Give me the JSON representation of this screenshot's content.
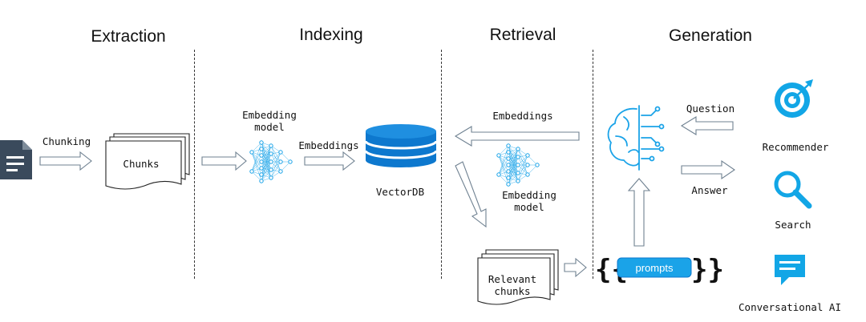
{
  "stages": {
    "extraction": "Extraction",
    "indexing": "Indexing",
    "retrieval": "Retrieval",
    "generation": "Generation"
  },
  "extraction": {
    "document_icon": "document-icon",
    "chunking_label": "Chunking",
    "chunks_label": "Chunks"
  },
  "indexing": {
    "embedding_model_line1": "Embedding",
    "embedding_model_line2": "model",
    "embeddings_label": "Embeddings",
    "vectordb_label": "VectorDB"
  },
  "retrieval": {
    "embeddings_label": "Embeddings",
    "embedding_model_line1": "Embedding",
    "embedding_model_line2": "model",
    "relevant_chunks_line1": "Relevant",
    "relevant_chunks_line2": "chunks"
  },
  "generation": {
    "prompts_label": "prompts",
    "question_label": "Question",
    "answer_label": "Answer",
    "brain_icon": "brain-circuit-icon"
  },
  "applications": [
    {
      "icon": "target-icon",
      "label": "Recommender"
    },
    {
      "icon": "search-icon",
      "label": "Search"
    },
    {
      "icon": "chat-icon",
      "label": "Conversational AI"
    }
  ],
  "colors": {
    "accent": "#1aa3e8",
    "icon_blue": "#12a6e6",
    "doc_icon": "#3a4a5c",
    "vectordb": "#0d78ce",
    "arrow_stroke": "#6f8191",
    "text": "#111111"
  }
}
